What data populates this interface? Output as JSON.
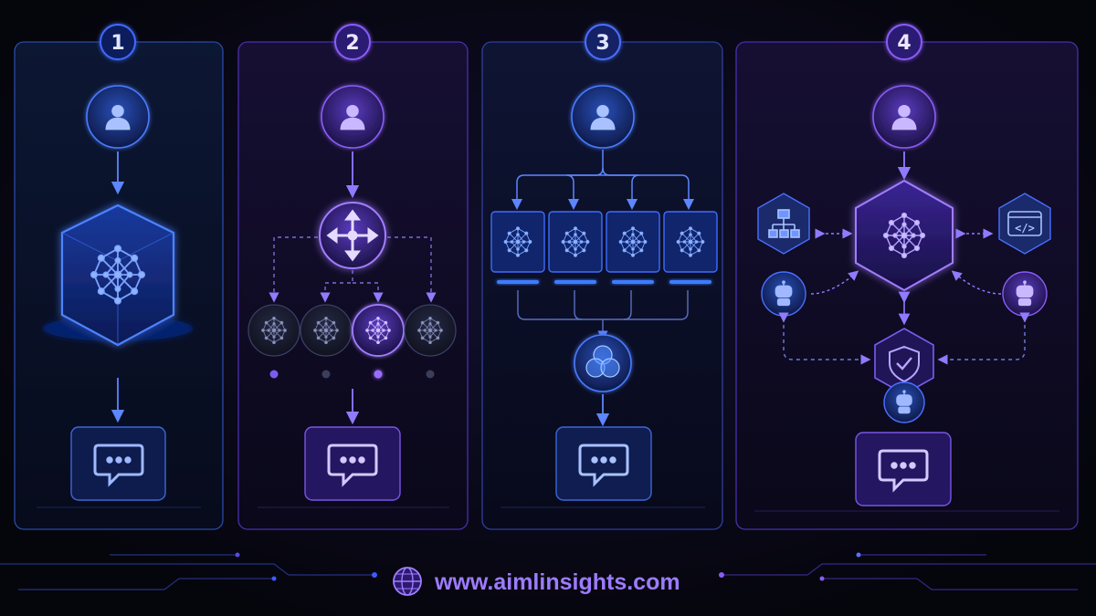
{
  "panels": [
    {
      "number": "1"
    },
    {
      "number": "2"
    },
    {
      "number": "3"
    },
    {
      "number": "4"
    }
  ],
  "footer": {
    "url": "www.aimlinsights.com"
  },
  "colors": {
    "background": "#06060f",
    "blue": "#3d7bff",
    "purple": "#8a5cf6",
    "periwinkle": "#6e7cf5",
    "icon_light": "#a9b8ff"
  },
  "icons": {
    "user": "user-icon",
    "model": "neural-network-icon",
    "router": "move-arrows-icon",
    "merge": "venn-circles-icon",
    "output": "chat-bubble-icon",
    "workflow": "org-chart-icon",
    "code": "code-window-icon",
    "guardrail": "shield-check-icon",
    "agent": "robot-icon",
    "web": "globe-icon"
  }
}
